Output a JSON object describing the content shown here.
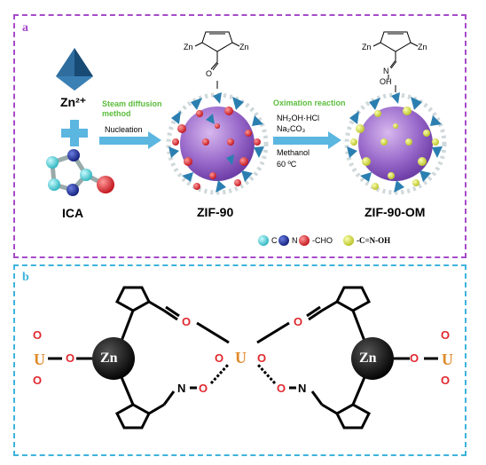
{
  "panel_a": {
    "label": "a",
    "zn_ion": "Zn²⁺",
    "ica_label": "ICA",
    "step1": {
      "title_line1": "Steam diffusion",
      "title_line2": "method",
      "subtitle": "Nucleation"
    },
    "step2": {
      "title": "Oximation reaction",
      "reagent1": "NH₂OH·HCl",
      "reagent2": "Na₂CO₃",
      "solvent": "Methanol",
      "temperature": "60 ºC"
    },
    "zif90_label": "ZIF-90",
    "zif90om_label": "ZIF-90-OM",
    "ligand_zn_left": "Zn",
    "ligand_zn_right": "Zn",
    "ligand_n": "N",
    "ligand_o": "O",
    "ligand_oh": "OH",
    "legend": [
      {
        "symbol": "C",
        "color": "#4dd0d8"
      },
      {
        "symbol": "N",
        "color": "#1a2d9c"
      },
      {
        "symbol": "-CHO",
        "color": "#e0282e"
      },
      {
        "symbol": "-C=N-OH",
        "color": "#d9e23a"
      }
    ]
  },
  "panel_b": {
    "label": "b",
    "zn": "Zn",
    "u": "U",
    "o": "O",
    "n": "N"
  },
  "colors": {
    "panel_a_border": "#a64ac9",
    "panel_b_border": "#3db3dc",
    "arrow": "#5bb6e0",
    "uranium": "#e08a2a",
    "oxygen": "#e0282e"
  }
}
